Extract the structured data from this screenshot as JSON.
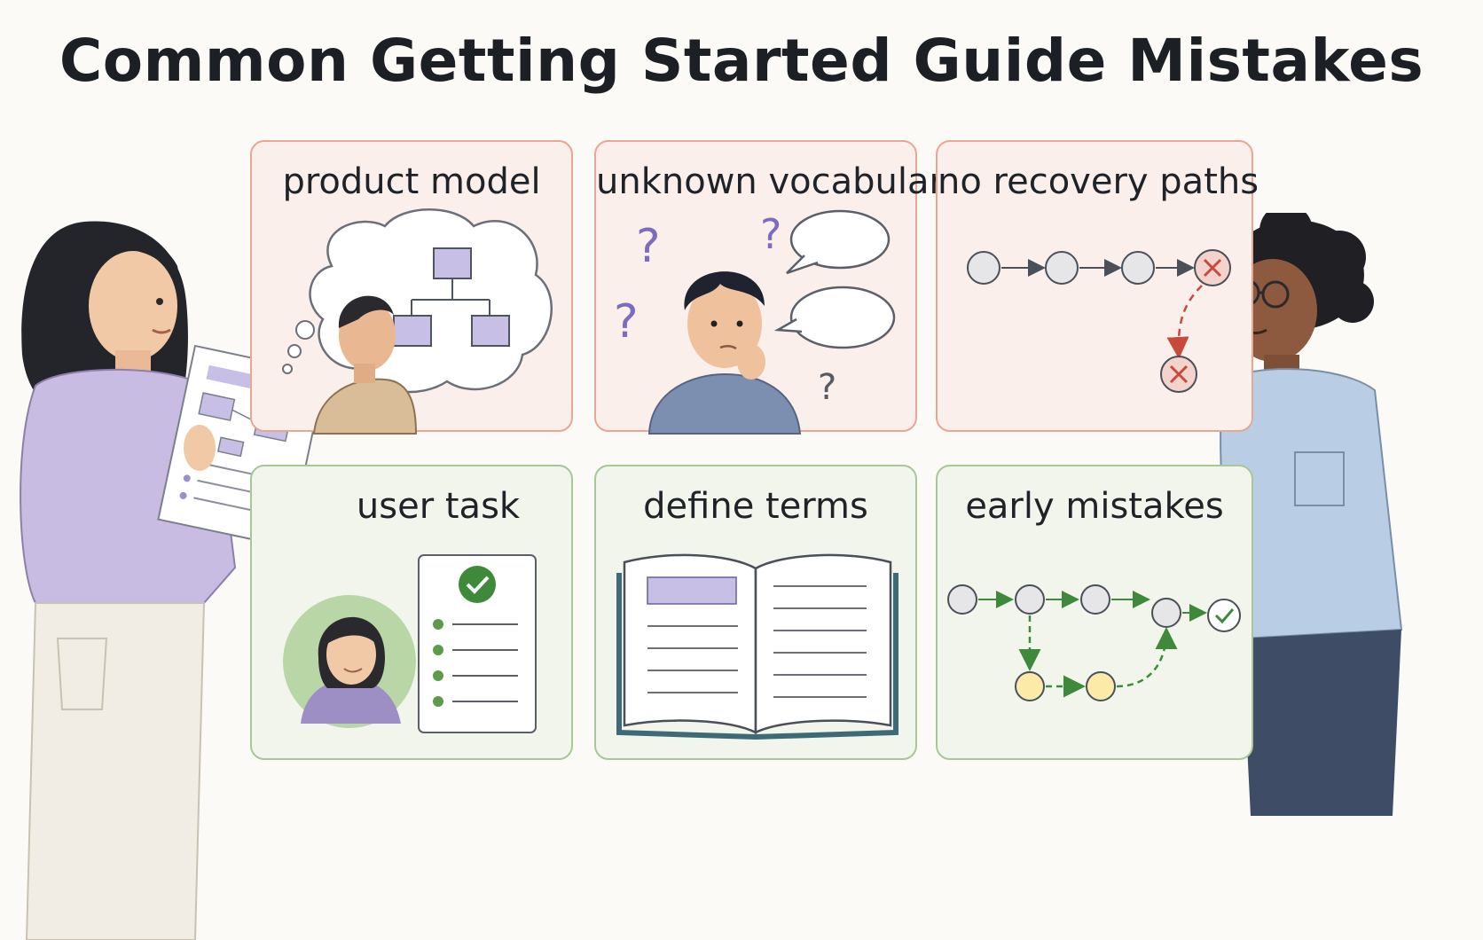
{
  "title": "Common Getting Started Guide Mistakes",
  "cards": [
    {
      "label": "product model"
    },
    {
      "label": "unknown vocabulary"
    },
    {
      "label": "no recovery paths"
    },
    {
      "label": "user task"
    },
    {
      "label": "define terms"
    },
    {
      "label": "early mistakes"
    }
  ],
  "colors": {
    "mistake_card_bg": "#fbefec",
    "mistake_card_border": "#e8a793",
    "fix_card_bg": "#f1f5ec",
    "fix_card_border": "#a9c794",
    "accent_purple": "#c8bfe7",
    "error_red": "#c74a3c",
    "success_green": "#3f8a3a",
    "highlight_yellow": "#fbeaa8"
  },
  "icons": [
    "thought-bubble-icon",
    "question-mark-icon",
    "speech-bubble-icon",
    "x-mark-icon",
    "checkmark-icon",
    "open-book-icon",
    "flowchart-icon",
    "checklist-icon"
  ]
}
